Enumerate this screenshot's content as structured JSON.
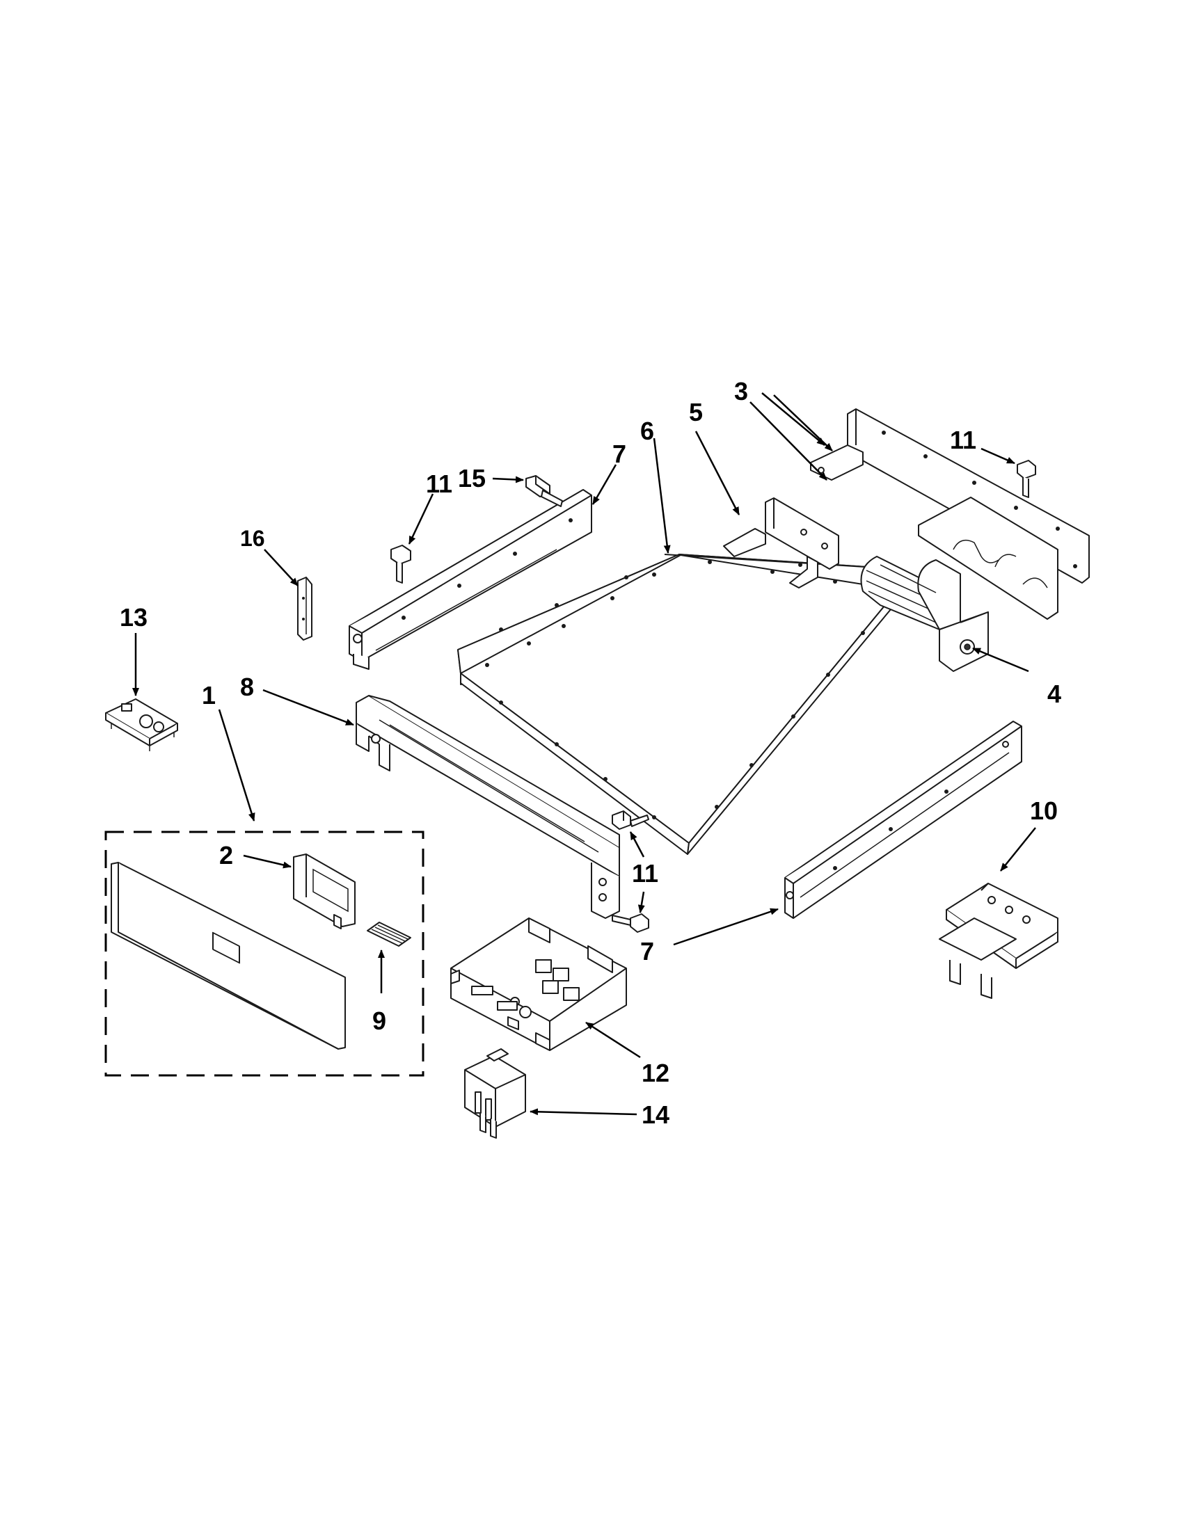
{
  "callouts": {
    "c1": "1",
    "c2": "2",
    "c3": "3",
    "c4": "4",
    "c5": "5",
    "c6": "6",
    "c7_top": "7",
    "c7_bottom": "7",
    "c8": "8",
    "c9": "9",
    "c10": "10",
    "c11_top_left": "11",
    "c11_top_right": "11",
    "c11_center": "11",
    "c12": "12",
    "c13": "13",
    "c14": "14",
    "c15": "15",
    "c16": "16"
  }
}
